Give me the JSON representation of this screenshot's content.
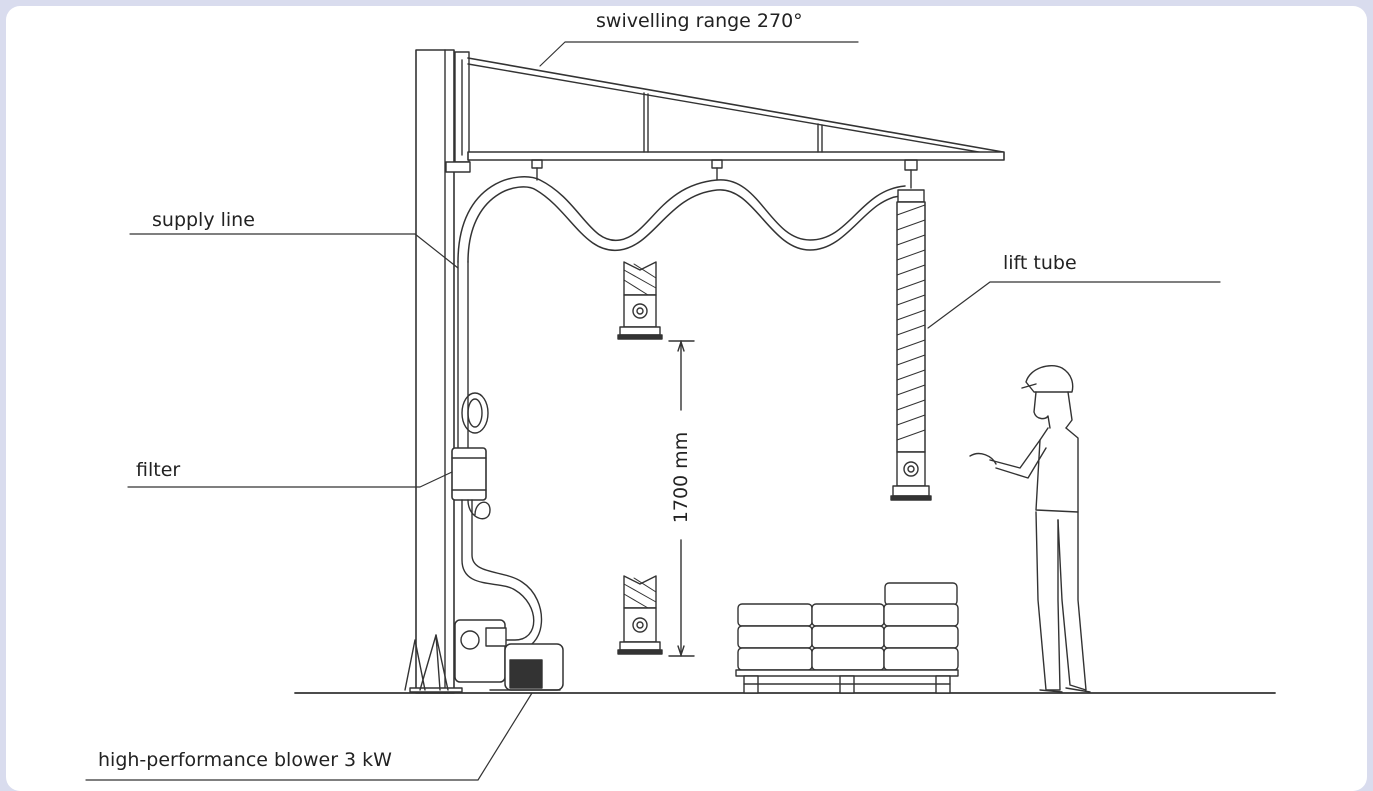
{
  "labels": {
    "swivelling_range": "swivelling range 270°",
    "supply_line": "supply line",
    "lift_tube": "lift tube",
    "filter": "filter",
    "lift_height": "1700 mm",
    "blower": "high-performance blower 3 kW"
  },
  "colors": {
    "page_background": "#d9dcee",
    "panel": "#ffffff",
    "line": "#333333"
  }
}
